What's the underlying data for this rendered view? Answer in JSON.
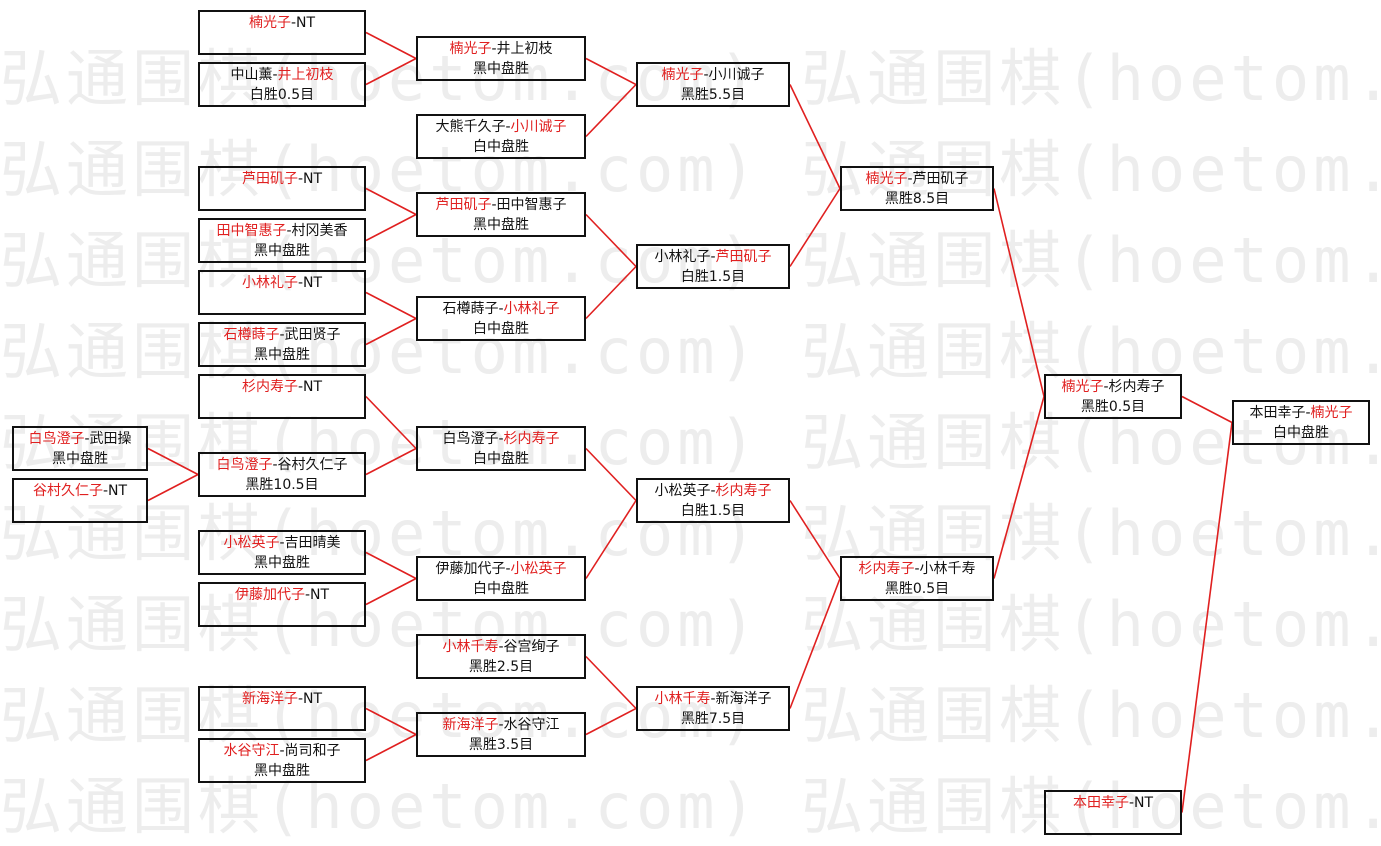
{
  "watermark": "弘通围棋(hoetom.com)",
  "colors": {
    "winner": "#e02020",
    "text": "#111111",
    "line": "#e02020"
  },
  "nodes": [
    {
      "id": "a1",
      "line1": [
        {
          "t": "楠光子",
          "w": true
        },
        {
          "t": "-NT"
        }
      ],
      "line2": ""
    },
    {
      "id": "a2",
      "line1": [
        {
          "t": "中山薰-"
        },
        {
          "t": "井上初枝",
          "w": true
        }
      ],
      "line2": "白胜0.5目"
    },
    {
      "id": "b1",
      "line1": [
        {
          "t": "楠光子",
          "w": true
        },
        {
          "t": "-井上初枝"
        }
      ],
      "line2": "黑中盘胜"
    },
    {
      "id": "b2",
      "line1": [
        {
          "t": "大熊千久子-"
        },
        {
          "t": "小川诚子",
          "w": true
        }
      ],
      "line2": "白中盘胜"
    },
    {
      "id": "c1",
      "line1": [
        {
          "t": "楠光子",
          "w": true
        },
        {
          "t": "-小川诚子"
        }
      ],
      "line2": "黑胜5.5目"
    },
    {
      "id": "a3",
      "line1": [
        {
          "t": "芦田矶子",
          "w": true
        },
        {
          "t": "-NT"
        }
      ],
      "line2": ""
    },
    {
      "id": "a4",
      "line1": [
        {
          "t": "田中智惠子",
          "w": true
        },
        {
          "t": "-村冈美香"
        }
      ],
      "line2": "黑中盘胜"
    },
    {
      "id": "b3",
      "line1": [
        {
          "t": "芦田矶子",
          "w": true
        },
        {
          "t": "-田中智惠子"
        }
      ],
      "line2": "黑中盘胜"
    },
    {
      "id": "a5",
      "line1": [
        {
          "t": "小林礼子",
          "w": true
        },
        {
          "t": "-NT"
        }
      ],
      "line2": ""
    },
    {
      "id": "a6",
      "line1": [
        {
          "t": "石樽蒔子",
          "w": true
        },
        {
          "t": "-武田贤子"
        }
      ],
      "line2": "黑中盘胜"
    },
    {
      "id": "b4",
      "line1": [
        {
          "t": "石樽蒔子-"
        },
        {
          "t": "小林礼子",
          "w": true
        }
      ],
      "line2": "白中盘胜"
    },
    {
      "id": "c2",
      "line1": [
        {
          "t": "小林礼子-"
        },
        {
          "t": "芦田矶子",
          "w": true
        }
      ],
      "line2": "白胜1.5目"
    },
    {
      "id": "d1",
      "line1": [
        {
          "t": "楠光子",
          "w": true
        },
        {
          "t": "-芦田矶子"
        }
      ],
      "line2": "黑胜8.5目"
    },
    {
      "id": "a7",
      "line1": [
        {
          "t": "杉内寿子",
          "w": true
        },
        {
          "t": "-NT"
        }
      ],
      "line2": ""
    },
    {
      "id": "z1",
      "line1": [
        {
          "t": "白鸟澄子",
          "w": true
        },
        {
          "t": "-武田操"
        }
      ],
      "line2": "黑中盘胜"
    },
    {
      "id": "z2",
      "line1": [
        {
          "t": "谷村久仁子",
          "w": true
        },
        {
          "t": "-NT"
        }
      ],
      "line2": ""
    },
    {
      "id": "a8",
      "line1": [
        {
          "t": "白鸟澄子",
          "w": true
        },
        {
          "t": "-谷村久仁子"
        }
      ],
      "line2": "黑胜10.5目"
    },
    {
      "id": "b5",
      "line1": [
        {
          "t": "白鸟澄子-"
        },
        {
          "t": "杉内寿子",
          "w": true
        }
      ],
      "line2": "白中盘胜"
    },
    {
      "id": "a9",
      "line1": [
        {
          "t": "小松英子",
          "w": true
        },
        {
          "t": "-吉田晴美"
        }
      ],
      "line2": "黑中盘胜"
    },
    {
      "id": "a10",
      "line1": [
        {
          "t": "伊藤加代子",
          "w": true
        },
        {
          "t": "-NT"
        }
      ],
      "line2": ""
    },
    {
      "id": "b6",
      "line1": [
        {
          "t": "伊藤加代子-"
        },
        {
          "t": "小松英子",
          "w": true
        }
      ],
      "line2": "白中盘胜"
    },
    {
      "id": "c3",
      "line1": [
        {
          "t": "小松英子-"
        },
        {
          "t": "杉内寿子",
          "w": true
        }
      ],
      "line2": "白胜1.5目"
    },
    {
      "id": "b7",
      "line1": [
        {
          "t": "小林千寿",
          "w": true
        },
        {
          "t": "-谷宫绚子"
        }
      ],
      "line2": "黑胜2.5目"
    },
    {
      "id": "a11",
      "line1": [
        {
          "t": "新海洋子",
          "w": true
        },
        {
          "t": "-NT"
        }
      ],
      "line2": ""
    },
    {
      "id": "a12",
      "line1": [
        {
          "t": "水谷守江",
          "w": true
        },
        {
          "t": "-尚司和子"
        }
      ],
      "line2": "黑中盘胜"
    },
    {
      "id": "b8",
      "line1": [
        {
          "t": "新海洋子",
          "w": true
        },
        {
          "t": "-水谷守江"
        }
      ],
      "line2": "黑胜3.5目"
    },
    {
      "id": "c4",
      "line1": [
        {
          "t": "小林千寿",
          "w": true
        },
        {
          "t": "-新海洋子"
        }
      ],
      "line2": "黑胜7.5目"
    },
    {
      "id": "d2",
      "line1": [
        {
          "t": "杉内寿子",
          "w": true
        },
        {
          "t": "-小林千寿"
        }
      ],
      "line2": "黑胜0.5目"
    },
    {
      "id": "e1",
      "line1": [
        {
          "t": "楠光子",
          "w": true
        },
        {
          "t": "-杉内寿子"
        }
      ],
      "line2": "黑胜0.5目"
    },
    {
      "id": "f1",
      "line1": [
        {
          "t": "本田幸子",
          "w": true
        },
        {
          "t": "-NT"
        }
      ],
      "line2": ""
    },
    {
      "id": "g1",
      "line1": [
        {
          "t": "本田幸子-"
        },
        {
          "t": "楠光子",
          "w": true
        }
      ],
      "line2": "白中盘胜"
    }
  ],
  "links": [
    [
      "a1",
      "b1"
    ],
    [
      "a2",
      "b1"
    ],
    [
      "b1",
      "c1"
    ],
    [
      "b2",
      "c1"
    ],
    [
      "a3",
      "b3"
    ],
    [
      "a4",
      "b3"
    ],
    [
      "a5",
      "b4"
    ],
    [
      "a6",
      "b4"
    ],
    [
      "b3",
      "c2"
    ],
    [
      "b4",
      "c2"
    ],
    [
      "c1",
      "d1"
    ],
    [
      "c2",
      "d1"
    ],
    [
      "z1",
      "a8"
    ],
    [
      "z2",
      "a8"
    ],
    [
      "a7",
      "b5"
    ],
    [
      "a8",
      "b5"
    ],
    [
      "a9",
      "b6"
    ],
    [
      "a10",
      "b6"
    ],
    [
      "b5",
      "c3"
    ],
    [
      "b6",
      "c3"
    ],
    [
      "b7",
      "c4"
    ],
    [
      "a11",
      "b8"
    ],
    [
      "a12",
      "b8"
    ],
    [
      "b8",
      "c4"
    ],
    [
      "c3",
      "d2"
    ],
    [
      "c4",
      "d2"
    ],
    [
      "d1",
      "e1"
    ],
    [
      "d2",
      "e1"
    ],
    [
      "e1",
      "g1"
    ],
    [
      "f1",
      "g1"
    ]
  ]
}
